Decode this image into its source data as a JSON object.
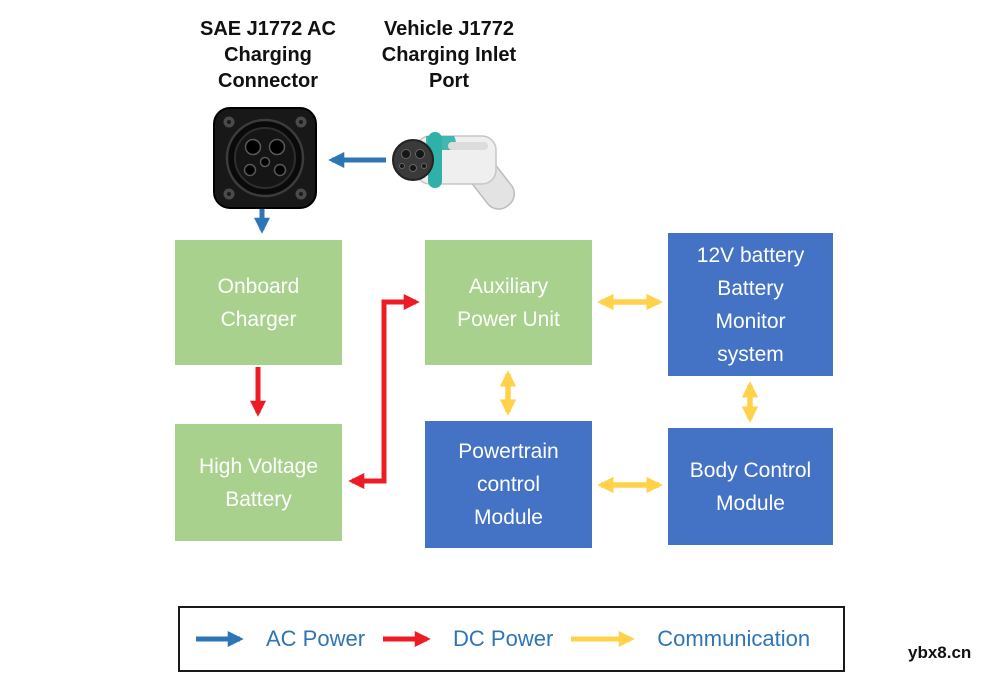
{
  "headers": {
    "connector": [
      "SAE J1772 AC",
      "Charging",
      "Connector"
    ],
    "inlet": [
      "Vehicle J1772",
      "Charging Inlet",
      "Port"
    ]
  },
  "boxes": {
    "onboard_charger": [
      "Onboard",
      "Charger"
    ],
    "high_voltage_battery": [
      "High Voltage",
      "Battery"
    ],
    "auxiliary_power_unit": [
      "Auxiliary",
      "Power Unit"
    ],
    "battery_monitor": [
      "12V battery",
      "Battery",
      "Monitor",
      "system"
    ],
    "powertrain_control": [
      "Powertrain",
      "control",
      "Module"
    ],
    "body_control": [
      "Body Control",
      "Module"
    ]
  },
  "legend": {
    "ac_power": "AC Power",
    "dc_power": "DC Power",
    "communication": "Communication"
  },
  "watermark": "ybx8.cn",
  "icons": {
    "connector": "j1772-connector-icon",
    "inlet_plug": "charging-gun-icon",
    "ac_arrow": "blue-arrow-icon",
    "dc_arrow": "red-arrow-icon",
    "comm_arrow": "yellow-double-arrow-icon"
  },
  "colors": {
    "box_green": "#a9d18e",
    "box_blue": "#4472c4",
    "arrow_ac_blue": "#2e75b6",
    "arrow_dc_red": "#ed1c24",
    "arrow_comm_yellow": "#ffd24a",
    "box_text": "#ffffff",
    "legend_text": "#2e75b6"
  }
}
